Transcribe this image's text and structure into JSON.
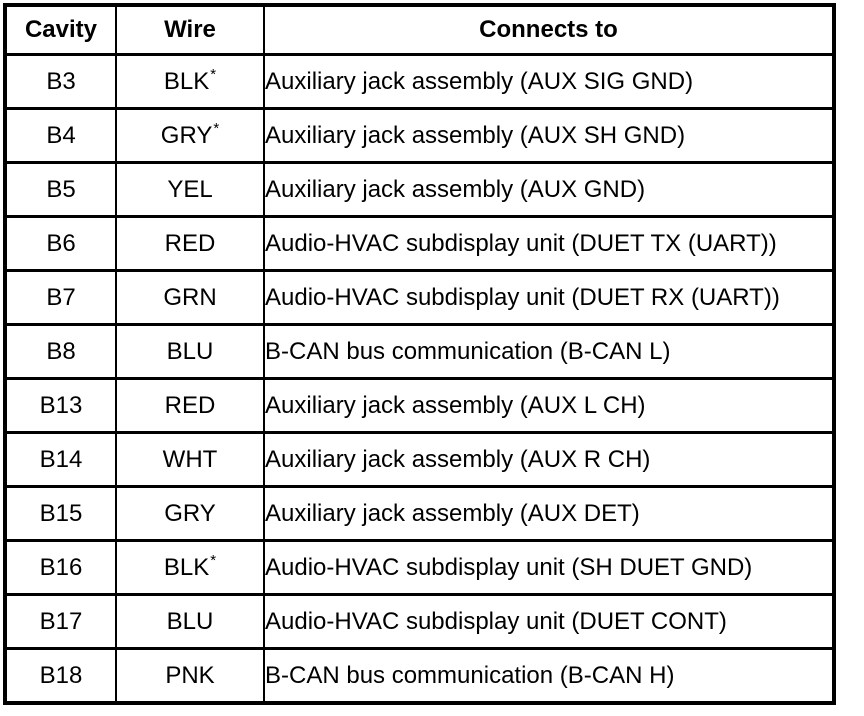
{
  "table": {
    "columns": [
      {
        "label": "Cavity"
      },
      {
        "label": "Wire"
      },
      {
        "label": "Connects to"
      }
    ],
    "rows": [
      {
        "cavity": "B3",
        "wire": "BLK",
        "wire_note": "*",
        "connects_to": "Auxiliary jack assembly (AUX SIG GND)"
      },
      {
        "cavity": "B4",
        "wire": "GRY",
        "wire_note": "*",
        "connects_to": "Auxiliary jack assembly (AUX SH GND)"
      },
      {
        "cavity": "B5",
        "wire": "YEL",
        "wire_note": "",
        "connects_to": "Auxiliary jack assembly (AUX GND)"
      },
      {
        "cavity": "B6",
        "wire": "RED",
        "wire_note": "",
        "connects_to": "Audio-HVAC subdisplay unit (DUET TX (UART))"
      },
      {
        "cavity": "B7",
        "wire": "GRN",
        "wire_note": "",
        "connects_to": "Audio-HVAC subdisplay unit (DUET RX (UART))"
      },
      {
        "cavity": "B8",
        "wire": "BLU",
        "wire_note": "",
        "connects_to": "B-CAN bus communication (B-CAN L)"
      },
      {
        "cavity": "B13",
        "wire": "RED",
        "wire_note": "",
        "connects_to": "Auxiliary jack assembly (AUX L CH)"
      },
      {
        "cavity": "B14",
        "wire": "WHT",
        "wire_note": "",
        "connects_to": "Auxiliary jack assembly (AUX R CH)"
      },
      {
        "cavity": "B15",
        "wire": "GRY",
        "wire_note": "",
        "connects_to": "Auxiliary jack assembly (AUX DET)"
      },
      {
        "cavity": "B16",
        "wire": "BLK",
        "wire_note": "*",
        "connects_to": "Audio-HVAC subdisplay unit (SH DUET GND)"
      },
      {
        "cavity": "B17",
        "wire": "BLU",
        "wire_note": "",
        "connects_to": "Audio-HVAC subdisplay unit (DUET CONT)"
      },
      {
        "cavity": "B18",
        "wire": "PNK",
        "wire_note": "",
        "connects_to": "B-CAN bus communication (B-CAN H)"
      }
    ],
    "colors": {
      "border": "#000000",
      "text": "#000000",
      "background": "#ffffff"
    }
  }
}
